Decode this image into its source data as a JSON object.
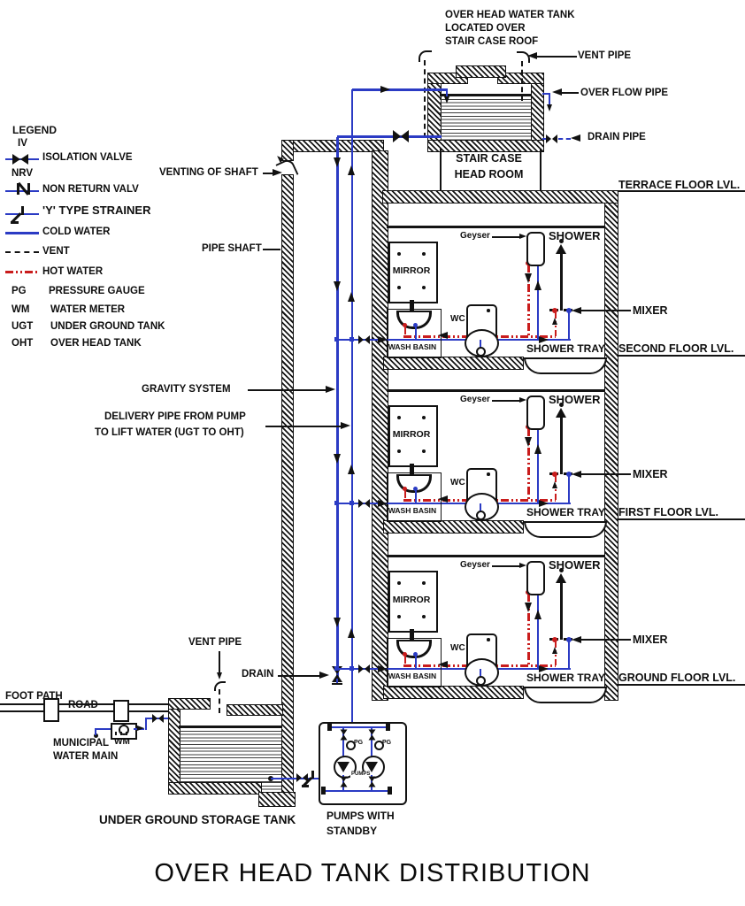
{
  "title": "OVER HEAD TANK DISTRIBUTION",
  "colors": {
    "cold_water": "#2b3bc4",
    "hot_water": "#c91c1c",
    "ink": "#111111"
  },
  "legend": {
    "title": "LEGEND",
    "iv_abbr": "IV",
    "iv_label": "ISOLATION VALVE",
    "nrv_abbr": "NRV",
    "nrv_label": "NON RETURN VALV",
    "strainer_label": "'Y' TYPE STRAINER",
    "cold_label": "COLD WATER",
    "vent_label": "VENT",
    "hot_label": "HOT WATER",
    "pg_abbr": "PG",
    "pg_label": "PRESSURE GAUGE",
    "wm_abbr": "WM",
    "wm_label": "WATER METER",
    "ugt_abbr": "UGT",
    "ugt_label": "UNDER GROUND TANK",
    "oht_abbr": "OHT",
    "oht_label": "OVER HEAD TANK"
  },
  "oht": {
    "note_lines": [
      "OVER HEAD WATER TANK",
      "LOCATED OVER",
      "STAIR CASE ROOF"
    ],
    "vent_pipe": "VENT PIPE",
    "overflow": "OVER FLOW PIPE",
    "drain_pipe": "DRAIN PIPE",
    "headroom_line1": "STAIR CASE",
    "headroom_line2": "HEAD ROOM",
    "terrace_label": "TERRACE FLOOR LVL."
  },
  "shaft": {
    "venting": "VENTING OF SHAFT",
    "pipe_shaft": "PIPE SHAFT",
    "gravity": "GRAVITY SYSTEM",
    "delivery_line1": "DELIVERY PIPE FROM PUMP",
    "delivery_line2": "TO LIFT WATER (UGT TO OHT)"
  },
  "bathroom": {
    "geyser": "Geyser",
    "shower": "SHOWER",
    "mirror": "MIRROR",
    "wc": "WC",
    "mixer": "MIXER",
    "wash_basin": "WASH BASIN",
    "shower_tray": "SHOWER TRAY"
  },
  "floors": [
    {
      "label": "SECOND FLOOR LVL."
    },
    {
      "label": "FIRST FLOOR LVL."
    },
    {
      "label": "GROUND FLOOR LVL."
    }
  ],
  "site": {
    "vent_pipe": "VENT PIPE",
    "drain": "DRAIN",
    "foot_path": "FOOT PATH",
    "road": "ROAD",
    "municipal_line1": "MUNICIPAL",
    "municipal_line2": "WATER MAIN",
    "wm": "WM",
    "ugt_label": "UNDER GROUND STORAGE TANK",
    "pumps_line1": "PUMPS WITH",
    "pumps_line2": "STANDBY",
    "pumps_tag": "PUMPS",
    "pg": "PG"
  }
}
